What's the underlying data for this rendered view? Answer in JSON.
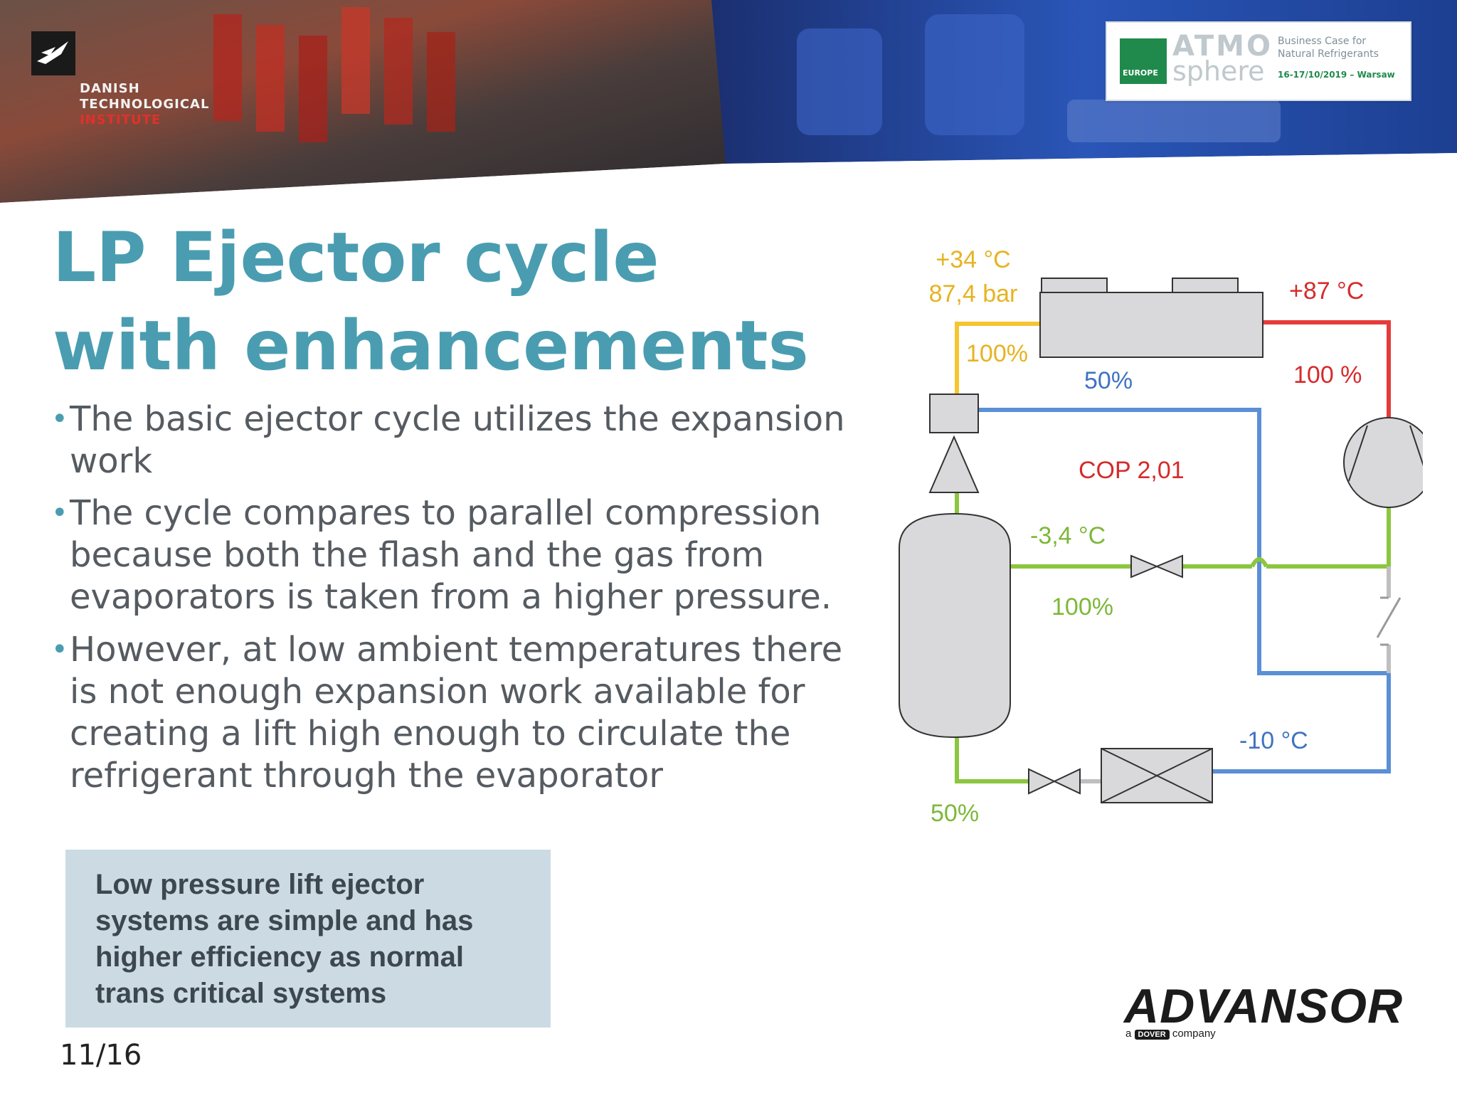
{
  "header": {
    "org_line1": "DANISH",
    "org_line2": "TECHNOLOGICAL",
    "org_line3": "INSTITUTE",
    "event_word_top": "ATMO",
    "event_word_bottom": "sphere",
    "event_region": "EUROPE",
    "event_tagline_1": "Business Case for",
    "event_tagline_2": "Natural Refrigerants",
    "event_date": "16-17/10/2019 – Warsaw"
  },
  "title": "LP Ejector cycle with enhancements",
  "bullets": [
    "The basic ejector cycle utilizes the expansion work",
    "The cycle compares to parallel compression because both the flash and the gas from evaporators is taken from a higher pressure.",
    "However, at low ambient temperatures there is not enough expansion work available for creating a lift high enough to circulate the refrigerant through the evaporator"
  ],
  "callout": "Low pressure lift ejector systems are simple and has higher efficiency as normal trans critical systems",
  "page_number": "11/16",
  "brand": {
    "name": "ADVANSOR",
    "sub_prefix": "a",
    "sub_badge": "DOVER",
    "sub_suffix": "company"
  },
  "diagram": {
    "labels": {
      "gas_cooler_temp": "+34 °C",
      "gas_cooler_pressure": "87,4 bar",
      "ejector_inlet_flow": "100%",
      "suction_flow": "50%",
      "discharge_temp": "+87 °C",
      "discharge_flow": "100 %",
      "cop": "COP 2,01",
      "receiver_temp": "-3,4 °C",
      "flash_gas_flow": "100%",
      "evaporator_temp": "-10 °C",
      "liquid_flow": "50%"
    },
    "colors": {
      "high_pressure": "#f5c430",
      "discharge": "#e63b3b",
      "receiver_line": "#8cc63f",
      "evaporator_line": "#5b8fd6",
      "bypass": "#bfbfbf",
      "component_fill": "#d9d9db",
      "cop_text": "#d62b2b"
    }
  }
}
